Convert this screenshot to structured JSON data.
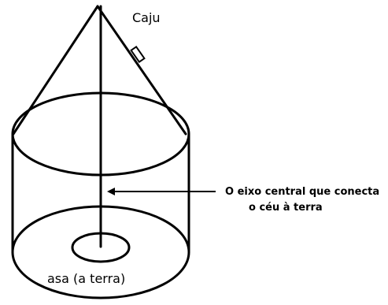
{
  "labels": {
    "top": "Caju",
    "bottom": "asa (a terra)",
    "arrow_line1": "O eixo central que conecta",
    "arrow_line2": "o céu à terra"
  }
}
